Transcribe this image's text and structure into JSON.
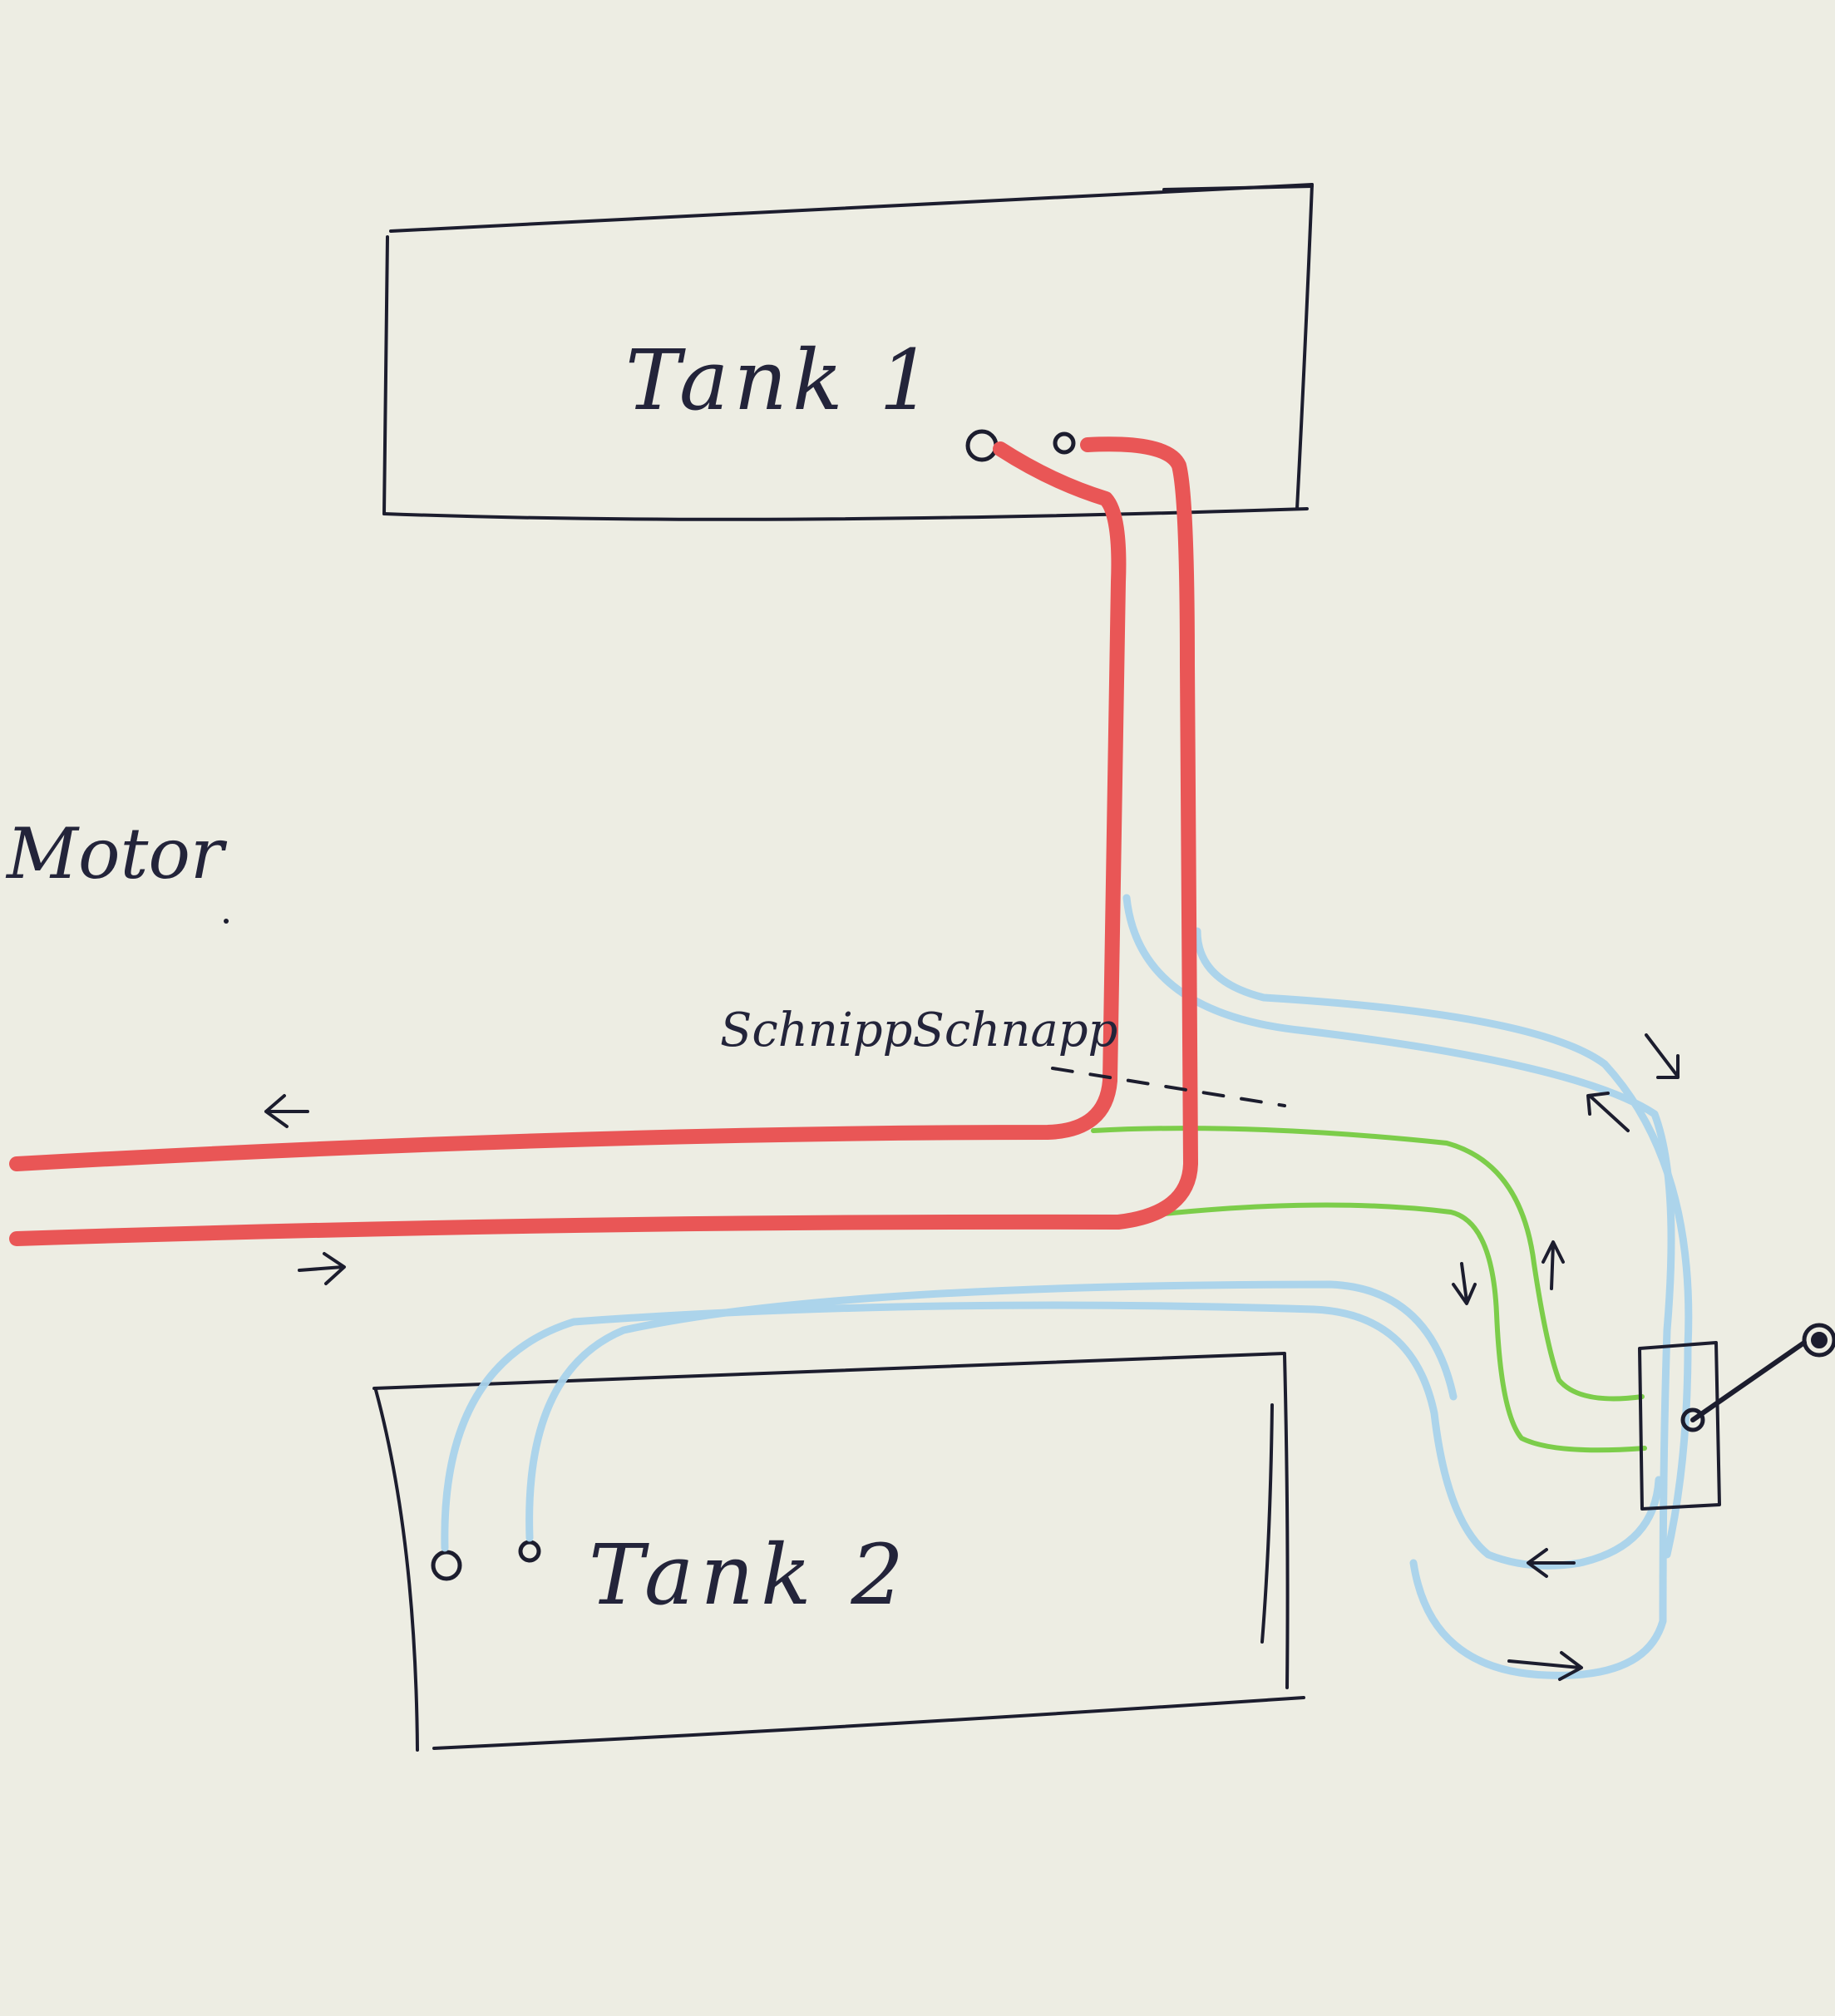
{
  "labels": {
    "tank1": "Tank 1",
    "tank2": "Tank 2",
    "motor": "Motor",
    "clip": "SchnippSchnapp"
  },
  "colors": {
    "paper": "#edede3",
    "ink": "#1c1d2e",
    "fuel_line": "#e95656",
    "return_line": "#a9d3ec",
    "switch_line": "#7ccd4a"
  },
  "icons": {
    "flow_arrows": "arrow-icon",
    "tank_ports": "port-icon",
    "valve_lever": "lever-icon"
  }
}
